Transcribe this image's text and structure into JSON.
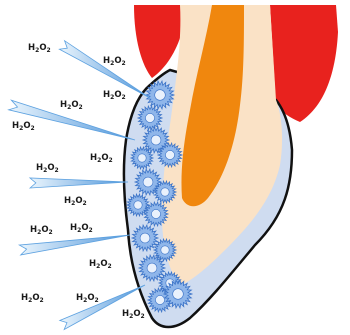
{
  "labels": [
    {
      "base": "H",
      "sub": "2",
      "mid": "O",
      "sub2": "2"
    }
  ],
  "label_text": "H2O2",
  "colors": {
    "gum": "#e8221e",
    "dentin": "#fae2c6",
    "pulp": "#f0870e",
    "enamel": "#cfdcf0",
    "outline": "#111111",
    "bubble_fill": "#8fb6ea",
    "bubble_stroke": "#3b73c7",
    "bubble_center": "#e9f1fc",
    "ray": "#5ea2e0",
    "ray_light": "#e3f2fc"
  },
  "icons": [
    "peroxide-ray",
    "oxygen-bubble"
  ]
}
